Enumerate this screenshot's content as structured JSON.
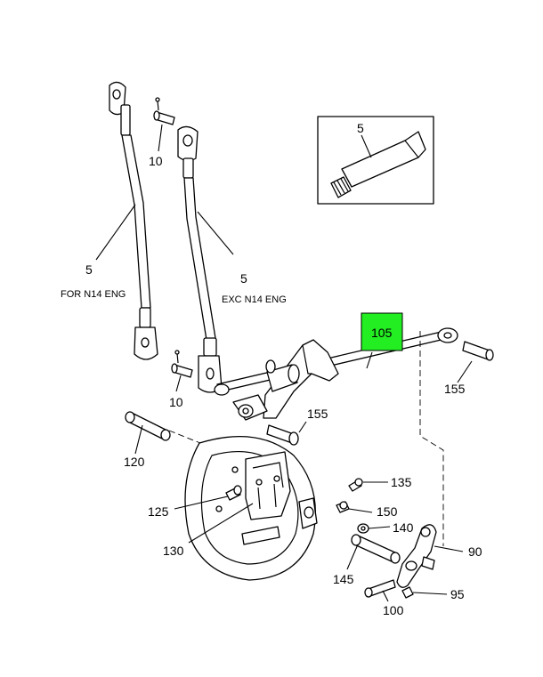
{
  "callouts": {
    "c5_inset": "5",
    "c10_top": "10",
    "c5_left": "5",
    "c5_right": "5",
    "note_left": "FOR N14 ENG",
    "note_right": "EXC N14 ENG",
    "c105": "105",
    "c155_right": "155",
    "c10_mid": "10",
    "c155_mid": "155",
    "c120": "120",
    "c135": "135",
    "c125": "125",
    "c150": "150",
    "c140": "140",
    "c130": "130",
    "c90": "90",
    "c145": "145",
    "c95": "95",
    "c100": "100"
  },
  "highlight_color": "#22ee22"
}
